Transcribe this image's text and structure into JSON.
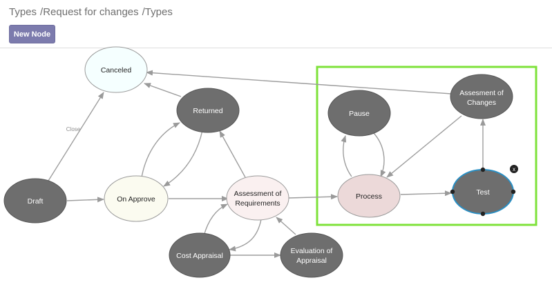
{
  "breadcrumb": {
    "items": [
      "Types",
      "Request for changes",
      "Types"
    ],
    "separator": "/"
  },
  "toolbar": {
    "new_node_label": "New Node"
  },
  "diagram": {
    "nodes": {
      "canceled": {
        "label": "Canceled",
        "fill": "#f5ffff"
      },
      "returned": {
        "label": "Returned",
        "fill": "#6e6e6e"
      },
      "draft": {
        "label": "Draft",
        "fill": "#6e6e6e"
      },
      "on_approve": {
        "label": "On Approve",
        "fill": "#fbfbf0"
      },
      "assessment_req": {
        "label": [
          "Assessment of",
          "Requirements"
        ],
        "fill": "#faf0f0"
      },
      "cost_appraisal": {
        "label": "Cost Appraisal",
        "fill": "#6e6e6e"
      },
      "evaluation": {
        "label": [
          "Evaluation of",
          "Appraisal"
        ],
        "fill": "#6e6e6e"
      },
      "pause": {
        "label": "Pause",
        "fill": "#6e6e6e"
      },
      "process": {
        "label": "Process",
        "fill": "#ecd9d9"
      },
      "assesment_changes": {
        "label": [
          "Assesment of",
          "Changes"
        ],
        "fill": "#6e6e6e"
      },
      "test": {
        "label": "Test",
        "fill": "#6e6e6e",
        "border": "#2a8fc4"
      }
    },
    "edge_labels": {
      "close": "Close"
    },
    "selection_box_color": "#7ee23a",
    "delete_badge": "x"
  }
}
